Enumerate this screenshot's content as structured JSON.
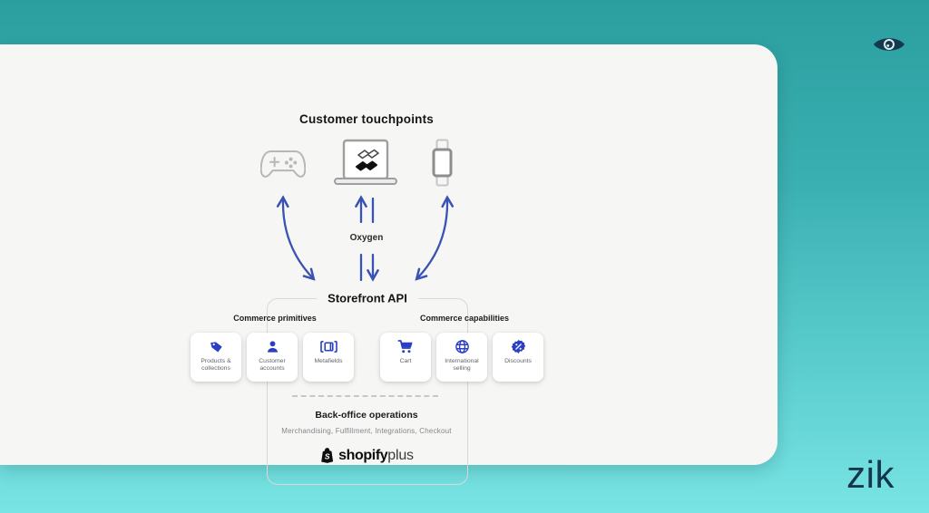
{
  "page": {
    "watermark": "zik",
    "colors": {
      "teal_top": "#2b9fa0",
      "teal_bottom": "#79e4e4",
      "card_background": "#f6f7f5",
      "accent_blue": "#2b3fc4",
      "arrow_blue": "#3a52b4",
      "navy": "#14374e"
    }
  },
  "diagram": {
    "title": "Customer touchpoints",
    "touchpoints": [
      {
        "icon": "gamepad-icon"
      },
      {
        "icon": "laptop-hydrogen-icon"
      },
      {
        "icon": "smartwatch-icon"
      }
    ],
    "oxygen_label": "Oxygen",
    "storefront_api_label": "Storefront API",
    "sections": [
      {
        "heading": "Commerce primitives",
        "cards": [
          {
            "icon": "tag-icon",
            "label": "Products & collections"
          },
          {
            "icon": "person-icon",
            "label": "Customer accounts"
          },
          {
            "icon": "metafields-icon",
            "label": "Metafields"
          }
        ]
      },
      {
        "heading": "Commerce capabilities",
        "cards": [
          {
            "icon": "cart-icon",
            "label": "Cart"
          },
          {
            "icon": "globe-icon",
            "label": "International selling"
          },
          {
            "icon": "discount-icon",
            "label": "Discounts"
          }
        ]
      }
    ],
    "back_office": {
      "title": "Back-office operations",
      "subtitle": "Merchandising, Fulfillment, Integrations, Checkout",
      "logo_brand": "shopify",
      "logo_suffix": "plus"
    }
  }
}
